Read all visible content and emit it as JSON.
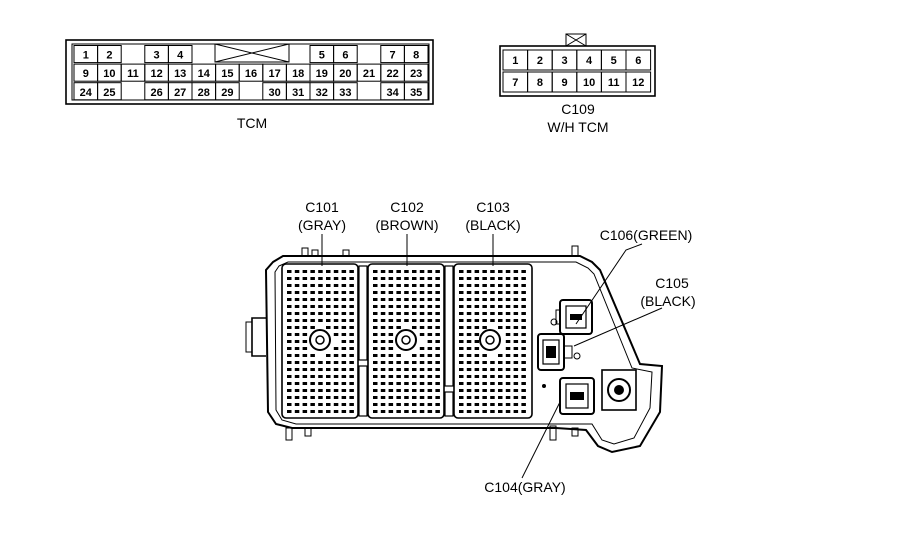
{
  "tcm_connector": {
    "label": "TCM",
    "rows": [
      [
        "1",
        "2",
        "",
        "3",
        "4",
        "",
        "",
        "",
        "5",
        "6",
        "",
        "7",
        "8"
      ],
      [
        "9",
        "10",
        "11",
        "12",
        "13",
        "14",
        "15",
        "16",
        "17",
        "18",
        "19",
        "20",
        "21",
        "22",
        "23"
      ],
      [
        "24",
        "25",
        "",
        "26",
        "27",
        "28",
        "29",
        "",
        "30",
        "31",
        "32",
        "33",
        "",
        "34",
        "35"
      ]
    ]
  },
  "c109_connector": {
    "label": "C109",
    "sublabel": "W/H TCM",
    "row1": [
      "1",
      "2",
      "3",
      "4",
      "5",
      "6"
    ],
    "row2": [
      "7",
      "8",
      "9",
      "10",
      "11",
      "12"
    ]
  },
  "junction_box": {
    "labels": {
      "c101": "C101",
      "c101_color": "(GRAY)",
      "c102": "C102",
      "c102_color": "(BROWN)",
      "c103": "C103",
      "c103_color": "(BLACK)",
      "c106": "C106(GREEN)",
      "c105": "C105",
      "c105_color": "(BLACK)",
      "c104": "C104(GRAY)"
    }
  }
}
